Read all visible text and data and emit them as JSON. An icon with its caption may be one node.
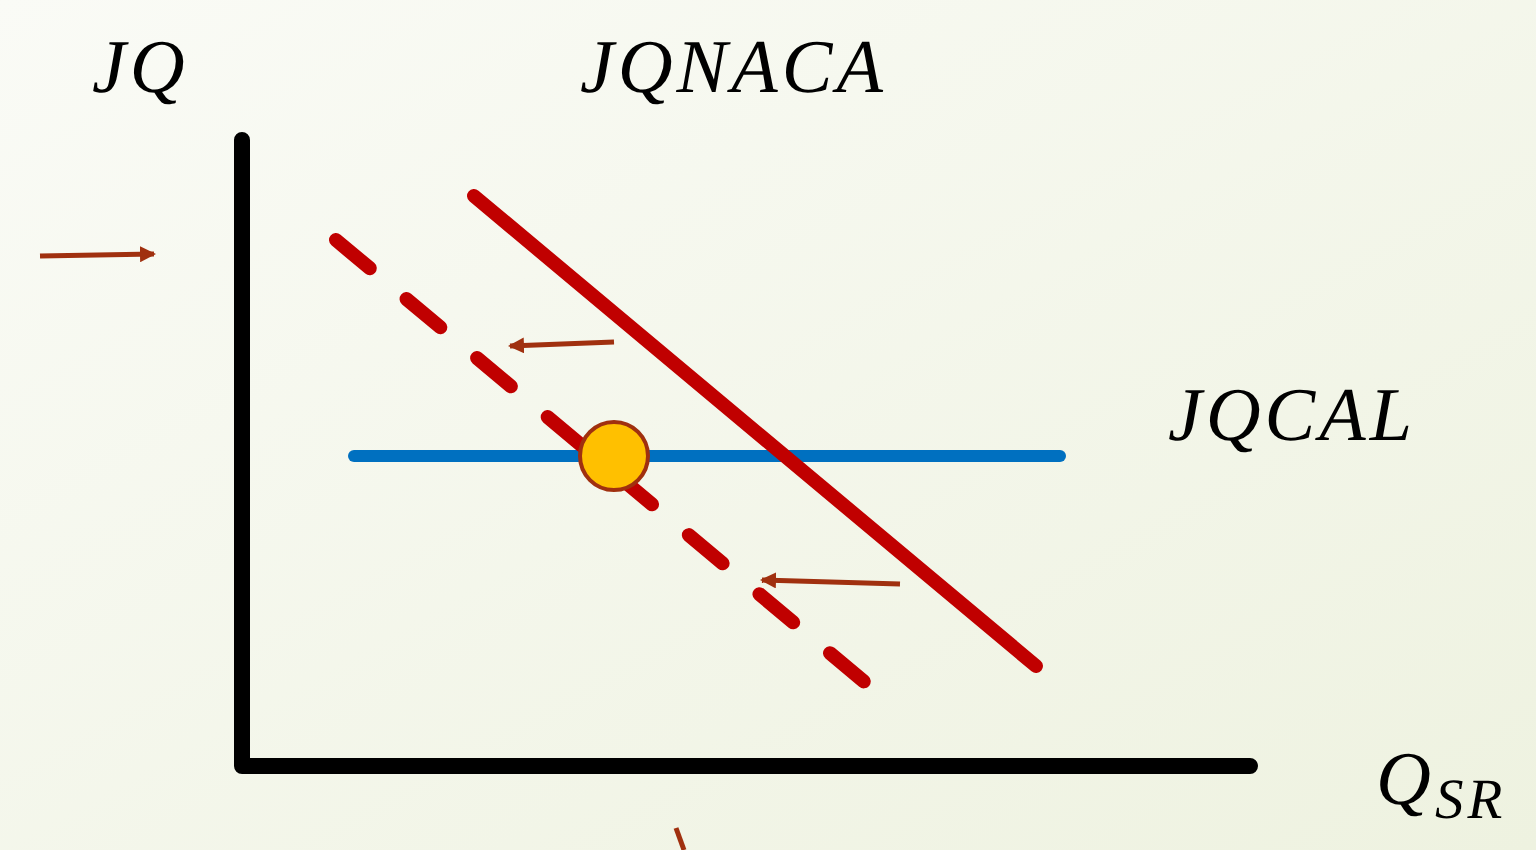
{
  "diagram": {
    "labels": [
      "JQ",
      "JQNACA",
      "JQCAL",
      "Q$_{SR}$"
    ]
  }
}
